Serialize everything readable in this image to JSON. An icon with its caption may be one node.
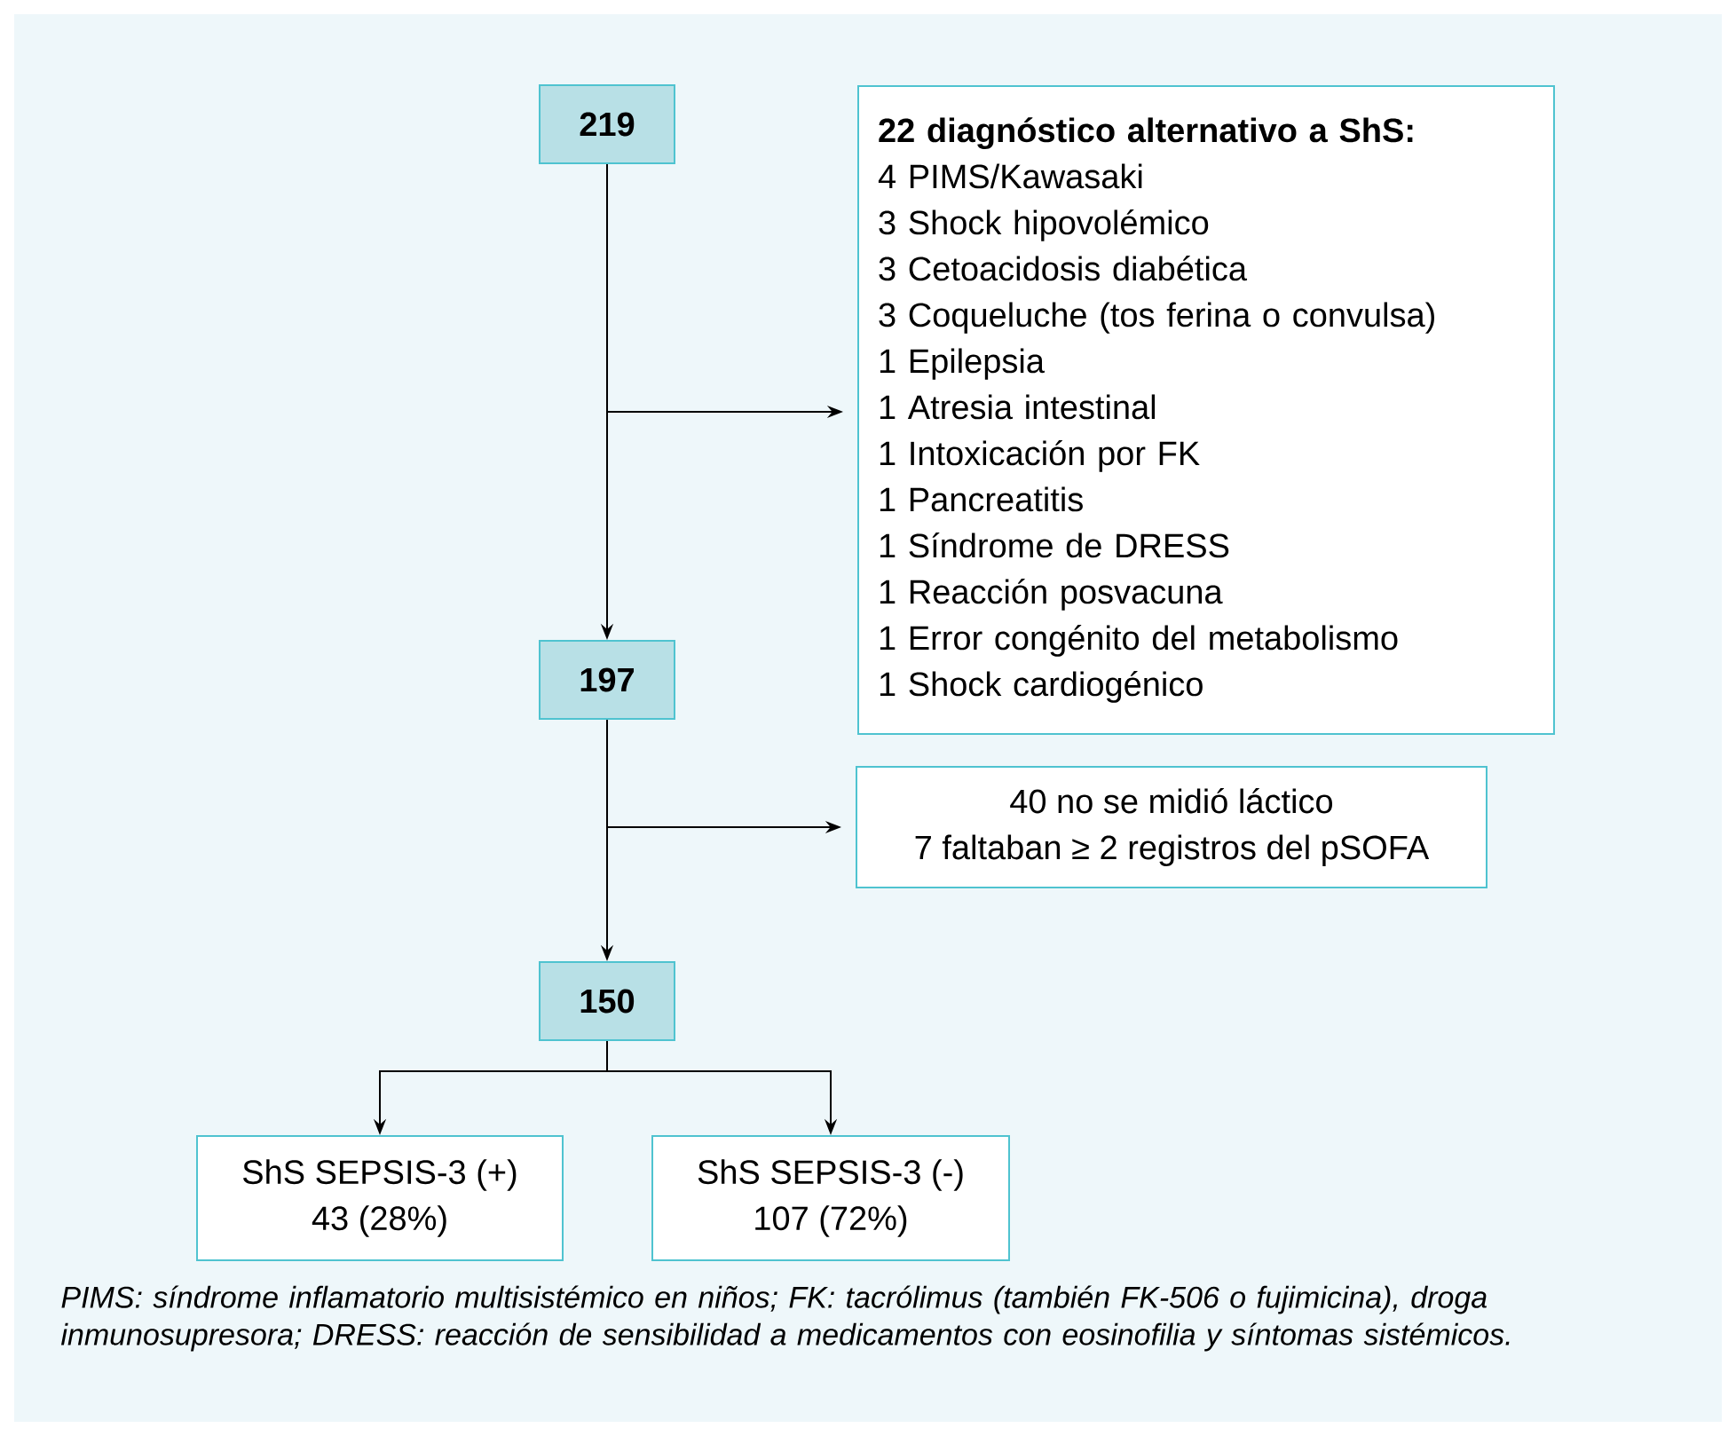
{
  "diagram": {
    "caption": "PIMS: síndrome inflamatorio multisistémico en niños; FK: tacrólimus (también FK-506 o fujimicina), droga inmunosupresora; DRESS: reacción de sensibilidad a medicamentos con eosinofilia y síntomas sistémicos.",
    "nodes": [
      {
        "text": [
          "219"
        ]
      },
      {
        "text": [
          "22 diagnóstico alternativo a ShS:",
          "4 PIMS/Kawasaki",
          "3 Shock hipovolémico",
          "3 Cetoacidosis diabética",
          "3 Coqueluche (tos ferina o convulsa)",
          "1 Epilepsia",
          "1 Atresia intestinal",
          "1 Intoxicación por FK",
          "1 Pancreatitis",
          "1 Síndrome de DRESS",
          "1 Reacción posvacuna",
          "1 Error congénito del metabolismo",
          "1 Shock cardiogénico"
        ]
      },
      {
        "text": [
          "197"
        ]
      },
      {
        "text": [
          "40 no se midió láctico",
          "7 faltaban ≥ 2 registros del pSOFA"
        ]
      },
      {
        "text": [
          "150"
        ]
      },
      {
        "text": [
          "ShS SEPSIS-3 (+)",
          "43 (28%)"
        ]
      },
      {
        "text": [
          "ShS SEPSIS-3 (-)",
          "107 (72%)"
        ]
      }
    ],
    "edges": [
      {
        "from": 0,
        "to": 2,
        "arrow": "to"
      },
      {
        "from": 0,
        "to": 1,
        "arrow": "to"
      },
      {
        "from": 2,
        "to": 4,
        "arrow": "to"
      },
      {
        "from": 2,
        "to": 3,
        "arrow": "to"
      },
      {
        "from": 4,
        "to": 5,
        "arrow": "to"
      },
      {
        "from": 4,
        "to": 6,
        "arrow": "to"
      }
    ]
  }
}
